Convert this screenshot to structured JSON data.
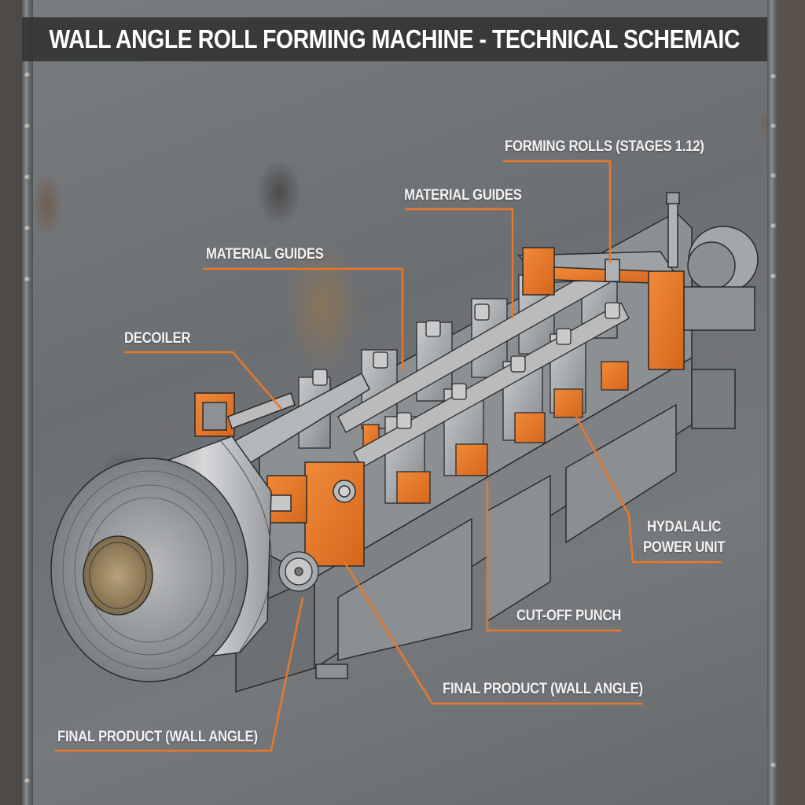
{
  "title": "WALL ANGLE ROLL FORMING MACHINE - TECHNICAL SCHEMAIC",
  "accent_color": "#e8782a",
  "callouts": [
    {
      "id": "forming-rolls",
      "label": "FORMING ROLLS (STAGES 1.12)"
    },
    {
      "id": "material-guides-upper",
      "label": "MATERIAL GUIDES"
    },
    {
      "id": "material-guides-lower",
      "label": "MATERIAL GUIDES"
    },
    {
      "id": "decoiler",
      "label": "DECOILER"
    },
    {
      "id": "hydraulic-power-unit",
      "label_line1": "HYDALALIC",
      "label_line2": "POWER UNIT"
    },
    {
      "id": "cut-off-punch",
      "label": "CUT-OFF PUNCH"
    },
    {
      "id": "final-product-right",
      "label": "FINAL PRODUCT (WALL ANGLE)"
    },
    {
      "id": "final-product-left",
      "label": "FINAL PRODUCT (WALL ANGLE)"
    }
  ]
}
